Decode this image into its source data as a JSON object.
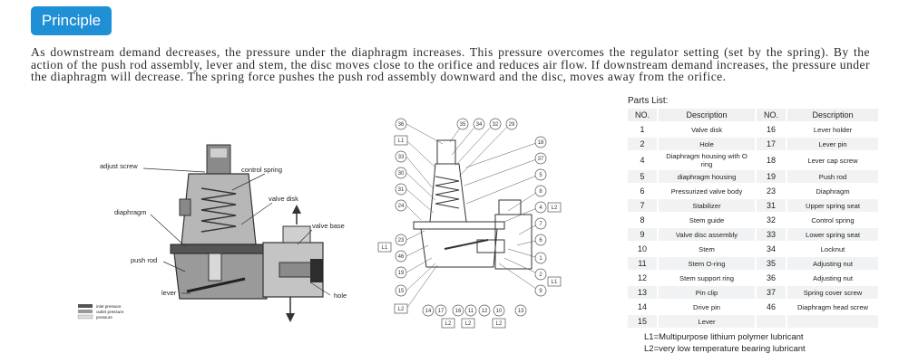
{
  "header": {
    "badge": "Principle"
  },
  "description": "As downstream demand decreases, the pressure under the diaphragm increases. This pressure overcomes the regulator setting (set by the spring). By the action of the push rod assembly, lever and stem, the disc moves close to the orifice and reduces air flow. If downstream demand increases, the pressure under the diaphragm will decrease. The spring force pushes the push rod assembly downward and the disc, moves away from the orifice.",
  "figure1": {
    "labels": {
      "adjust_screw": "adjust screw",
      "control_spring": "control spring",
      "valve_disk": "valve disk",
      "diaphragm": "diaphragm",
      "valve_base": "valve base",
      "push_rod": "push rod",
      "lever": "lever",
      "hole": "hole"
    },
    "legend": [
      "inlet pressure",
      "outlet pressure",
      "pressure"
    ]
  },
  "figure2": {
    "left_callouts": [
      "36",
      "L1",
      "33",
      "30",
      "31",
      "24",
      "23",
      "46",
      "19",
      "15",
      "L2"
    ],
    "left_outer": "L1",
    "top_callouts": [
      "35",
      "34",
      "32",
      "29"
    ],
    "right_callouts": [
      "18",
      "37",
      "5",
      "8",
      "4",
      "7",
      "6",
      "1",
      "2",
      "9"
    ],
    "right_l2": "L2",
    "right_l1": "L1",
    "bottom_callouts": [
      "14",
      "17",
      "16",
      "11",
      "12",
      "10",
      "13"
    ],
    "bottom_tags": [
      "L2",
      "L2",
      "L2"
    ]
  },
  "parts": {
    "title": "Parts List:",
    "headers": [
      "NO.",
      "Description",
      "NO.",
      "Description"
    ],
    "rows": [
      [
        "1",
        "Valve disk",
        "16",
        "Lever holder"
      ],
      [
        "2",
        "Hole",
        "17",
        "Lever pin"
      ],
      [
        "4",
        "Diaphragm housing with O ring",
        "18",
        "Lever cap screw"
      ],
      [
        "5",
        "diaphragm housing",
        "19",
        "Push rod"
      ],
      [
        "6",
        "Pressurized valve body",
        "23",
        "Diaphragm"
      ],
      [
        "7",
        "Stabilizer",
        "31",
        "Upper spring seat"
      ],
      [
        "8",
        "Stem guide",
        "32",
        "Control spring"
      ],
      [
        "9",
        "Valve disc assembly",
        "33",
        "Lower spring seat"
      ],
      [
        "10",
        "Stem",
        "34",
        "Locknut"
      ],
      [
        "11",
        "Stem O-ring",
        "35",
        "Adjusting nut"
      ],
      [
        "12",
        "Stem support ring",
        "36",
        "Adjusting nut"
      ],
      [
        "13",
        "Pin clip",
        "37",
        "Spring cover screw"
      ],
      [
        "14",
        "Drive pin",
        "46",
        "Diaphragm head screw"
      ],
      [
        "15",
        "Lever",
        "",
        ""
      ]
    ]
  },
  "lubricants": {
    "l1": "L1=Multipurpose lithium polymer lubricant",
    "l2": "L2=very low temperature bearing lubricant"
  }
}
